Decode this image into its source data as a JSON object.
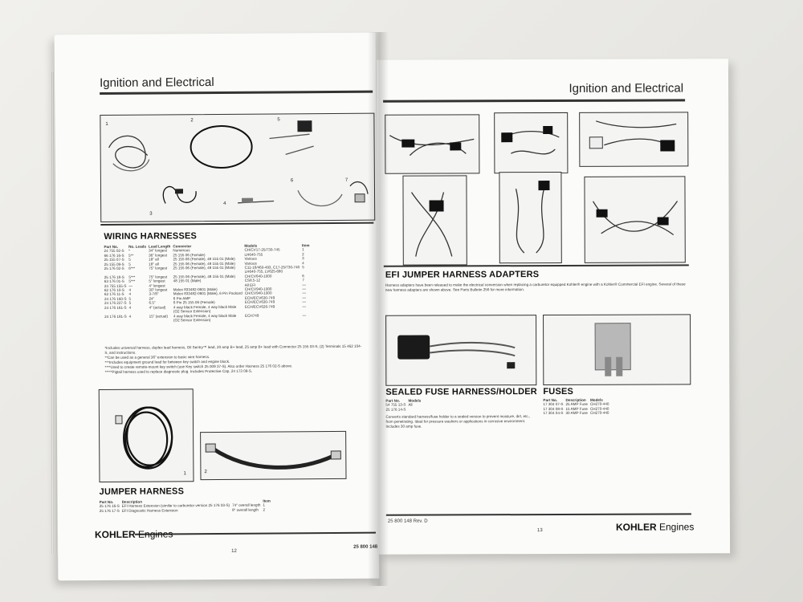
{
  "left_page": {
    "header": "Ignition and Electrical",
    "wiring": {
      "title": "WIRING HARNESSES",
      "photo_numbers": [
        "1",
        "2",
        "3",
        "4",
        "5",
        "6",
        "7"
      ],
      "columns": [
        "Part No.",
        "No. Leads",
        "Lead Length",
        "Connector",
        "Models",
        "Item"
      ],
      "rows": [
        [
          "24 755 02-S",
          "*",
          "34\" longest",
          "Numerous",
          "CH/CV17-25/730-745",
          "1"
        ],
        [
          "66 176 16-S",
          "5**",
          "36\" longest",
          "25 155 06 (Female)",
          "LH640-755",
          "2"
        ],
        [
          "25 155 07-S",
          "5",
          "18\" all",
          "25 155 06 (Female), 48 155 01 (Male)",
          "Various",
          "3"
        ],
        [
          "25 155 09-S",
          "5",
          "18\" all",
          "25 155 06 (Female), 48 155 01 (Male)",
          "Various",
          "4"
        ],
        [
          "25 176 02-S",
          "6***",
          "75\" longest",
          "25 155 06 (Female), 48 155 01 (Male)",
          "C11-16/460-493, C17-25/730-740",
          "5"
        ],
        [
          "",
          "",
          "",
          "",
          "LH640-755, LV625-680",
          ""
        ],
        [
          "25 176 18-S",
          "5***",
          "75\" longest",
          "25 155 06 (Female), 48 155 01 (Male)",
          "CH/CV640-1000",
          "6"
        ],
        [
          "63 176 01-S",
          "5***",
          "5\" longest",
          "48 155 01 (Male)",
          "CS8.5-12",
          "7"
        ],
        [
          "24 755 155-S",
          "—",
          "4\" longest",
          "",
          "All EFI",
          "—"
        ],
        [
          "62 176 10-S",
          "4",
          "30\" longest",
          "Molex 833482-0601 (Male)",
          "CH/CV940-1000",
          "—"
        ],
        [
          "62 176 11-S",
          "4",
          "3-7/8\"",
          "Molex 833482-0601 (Male), 6 Pin Packard",
          "CH/CV940-1000",
          "—"
        ],
        [
          "24 176 160-S",
          "5",
          "24\"",
          "6 Pin AMP",
          "ECH/ECV630-749",
          "—"
        ],
        [
          "24 176 227-S",
          "5",
          "6.5\"",
          "6 Pin 25 155 06 (Female)",
          "ECH/ECV630-749",
          "—"
        ],
        [
          "24 176 161-S",
          "4",
          "4\" (actual)",
          "4 way black Female, 4 way black Male",
          "ECH/ECV626-749",
          "—"
        ],
        [
          "",
          "",
          "",
          "(O2 Sensor Extension)",
          "",
          ""
        ],
        [
          "24 176 181-S",
          "4",
          "15\" (actual)",
          "4 way black Female, 4 way black Male",
          "ECH749",
          "—"
        ],
        [
          "",
          "",
          "",
          "(O2 Sensor Extension)",
          "",
          ""
        ]
      ],
      "notes": [
        "*Includes universal harness, duplex lead harness, Oil Sentry™ lead, 20 amp B+ lead, 25 amp B+ lead with Connector 25 155 03-S, (2) Terminals 15 462 104-S, and instructions.",
        "**Can be used as a general 36\" extension to basic wire harness.",
        "***Includes equipment ground lead for between key switch and engine block.",
        "****Used to create remote-mount key switch (use Key switch 25 009 37-S). Also order Harness 25 176 02-S above.",
        "*****Pigtail harness used to replace diagnostic plug. Includes Protective Cap, 24 173 09-S."
      ]
    },
    "jumper": {
      "title": "JUMPER HARNESS",
      "photo_numbers": [
        "1",
        "2"
      ],
      "columns": [
        "Part No.",
        "Description",
        "",
        "Item"
      ],
      "rows": [
        [
          "25 176 16-S",
          "EFI Harness Extension (similar to carburetor version 25 176 03-S)",
          "74\" overall length",
          "1"
        ],
        [
          "25 176 17-S",
          "EFI Diagnostic Harness Extension",
          "8\" overall length",
          "2"
        ]
      ]
    },
    "brand": "KOHLER",
    "brand_suffix": "Engines",
    "page_number": "12",
    "doc_number": "25 800 148"
  },
  "right_page": {
    "header": "Ignition and Electrical",
    "efi": {
      "title": "EFI JUMPER HARNESS ADAPTERS",
      "description": "Harness adapters have been released to make the electrical conversion when replacing a carburetor equipped Kohler® engine with a Kohler® Commercial EFI engine. Several of these new harness adapters are shown above. See Parts Bulletin 256 for more information."
    },
    "sealed": {
      "title": "SEALED FUSE HARNESS/HOLDER",
      "columns": [
        "Part No.",
        "Models"
      ],
      "rows": [
        [
          "54 755 13-S",
          "All"
        ],
        [
          "25 176 14-S",
          ""
        ]
      ],
      "description": "Converts standard harness/fuse holder to a sealed version to prevent moisture, dirt, etc., from penetrating. Ideal for pressure washers or applications in corrosive environment. Includes 30 amp fuse."
    },
    "fuses": {
      "title": "FUSES",
      "columns": [
        "Part No.",
        "Description",
        "Models"
      ],
      "rows": [
        [
          "17 304 07-S",
          "25 AMP Fuse",
          "CH270-440"
        ],
        [
          "17 304 08-S",
          "15 AMP Fuse",
          "CH270-440"
        ],
        [
          "17 304 04-S",
          "30 AMP Fuse",
          "CH270-440"
        ]
      ]
    },
    "doc_number": "25 800 148 Rev. D",
    "page_number": "13",
    "brand": "KOHLER",
    "brand_suffix": "Engines"
  }
}
